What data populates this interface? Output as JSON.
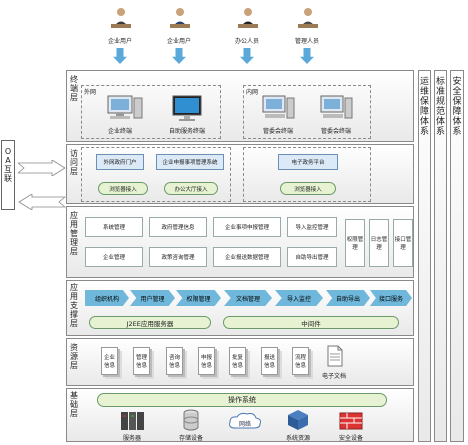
{
  "users": [
    "企业用户",
    "企业用户",
    "办公人员",
    "管理人员"
  ],
  "layers": {
    "terminal": "终端层",
    "access": "访问层",
    "app_mgmt": "应用管理层",
    "app_support": "应用支撑层",
    "resource": "资源层",
    "foundation": "基础层"
  },
  "side_panels": [
    "运维保障体系",
    "标准规范体系",
    "安全保障体系"
  ],
  "left_oa": "OA互联",
  "terminal": {
    "external_label": "外网",
    "internal_label": "内网",
    "external_items": [
      "企业终端",
      "自助服务终端"
    ],
    "internal_items": [
      "管委会终端",
      "管委会终端"
    ]
  },
  "access": {
    "external_boxes": [
      "外网政府门户",
      "企业申报事项管理系统"
    ],
    "external_entries": [
      "浏览器接入",
      "办公大厅接入"
    ],
    "internal_box": "电子政务平台",
    "internal_entry": "浏览器接入"
  },
  "app_mgmt": {
    "row1": [
      "系统管理",
      "政府管理信息",
      "企业事项申报管理",
      "导入监控管理"
    ],
    "row2": [
      "企业管理",
      "政策咨询管理",
      "企业报送数据管理",
      "自助导出管理"
    ],
    "tall": [
      "权限管理",
      "日志管理",
      "接口管理"
    ]
  },
  "support": {
    "steps": [
      "组织机构",
      "用户管理",
      "权限管理",
      "文档管理",
      "导入监控",
      "自助导出",
      "接口服务"
    ],
    "j2ee": "J2EE应用服务器",
    "middleware": "中间件"
  },
  "resource": {
    "docs": [
      "企业信息",
      "管理信息",
      "咨询信息",
      "申报信息",
      "批复信息",
      "报送信息",
      "流程信息"
    ],
    "edoc": "电子文档"
  },
  "foundation": {
    "os": "操作系统",
    "items": [
      "服务器",
      "存储设备",
      "网络",
      "系统资源",
      "安全设备"
    ]
  }
}
